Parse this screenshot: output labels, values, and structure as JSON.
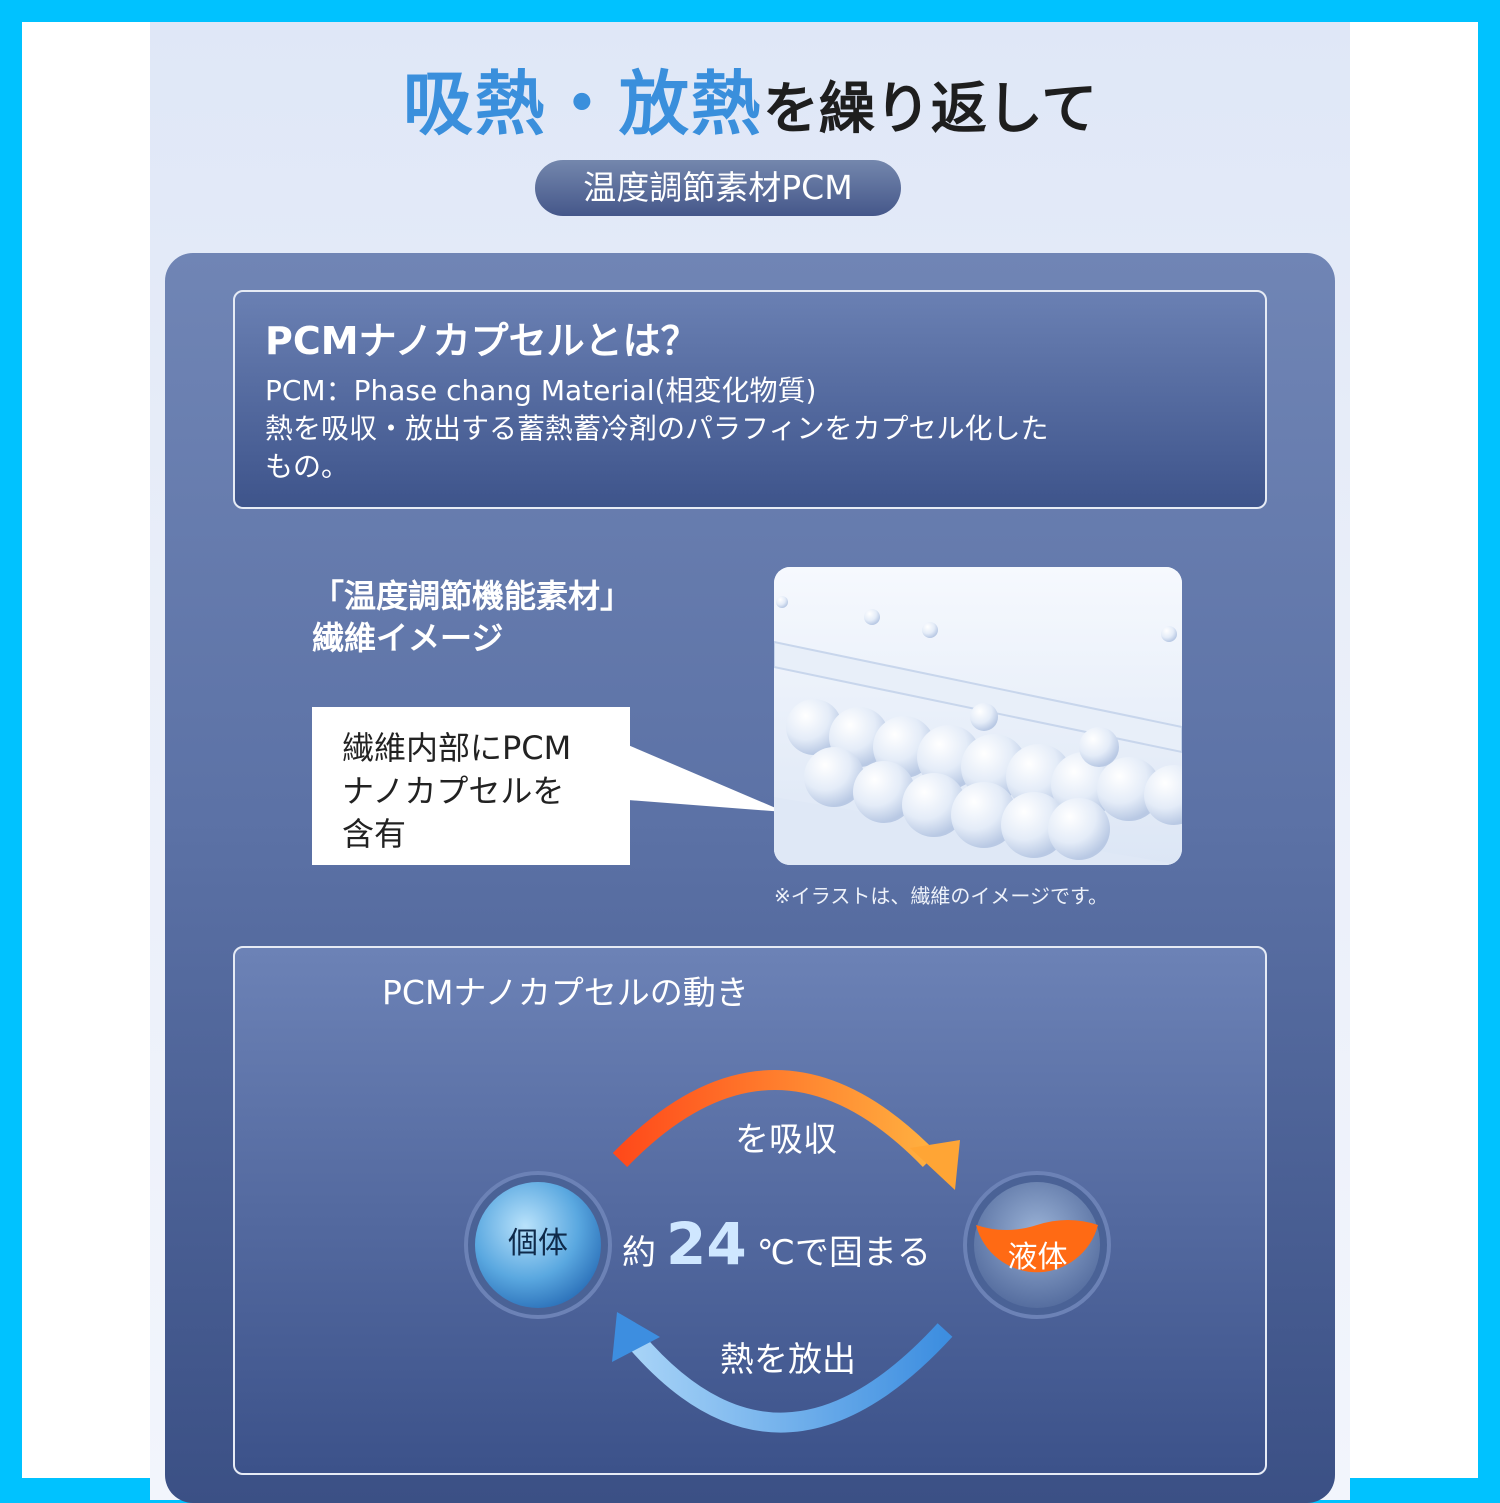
{
  "headline": {
    "blue": "吸熱・放熱",
    "rest": "を繰り返して"
  },
  "pill": "温度調節素材PCM",
  "definition": {
    "title": "PCMナノカプセルとは？",
    "line1": "PCM：Phase chang Material(相変化物質)",
    "line2": "熱を吸収・放出する蓄熱蓄冷剤のパラフィンをカプセル化した",
    "line3": "もの。"
  },
  "fiber": {
    "title_line1": "「温度調節機能素材」",
    "title_line2": "繊維イメージ",
    "callout_line1": "繊維内部にPCM",
    "callout_line2": "ナノカプセルを",
    "callout_line3": "含有",
    "note": "※イラストは、繊維のイメージです。"
  },
  "movement": {
    "title": "PCMナノカプセルの動き",
    "solid": "個体",
    "liquid": "液体",
    "absorb": "を吸収",
    "release": "熱を放出",
    "temp_prefix": "約",
    "temp_value": "24",
    "temp_suffix": "℃で固まる"
  },
  "colors": {
    "border": "#00c2ff",
    "accent_blue": "#3a8fdc",
    "arrow_orange": "#ff7a1a",
    "arrow_blue": "#5aa8e6"
  }
}
